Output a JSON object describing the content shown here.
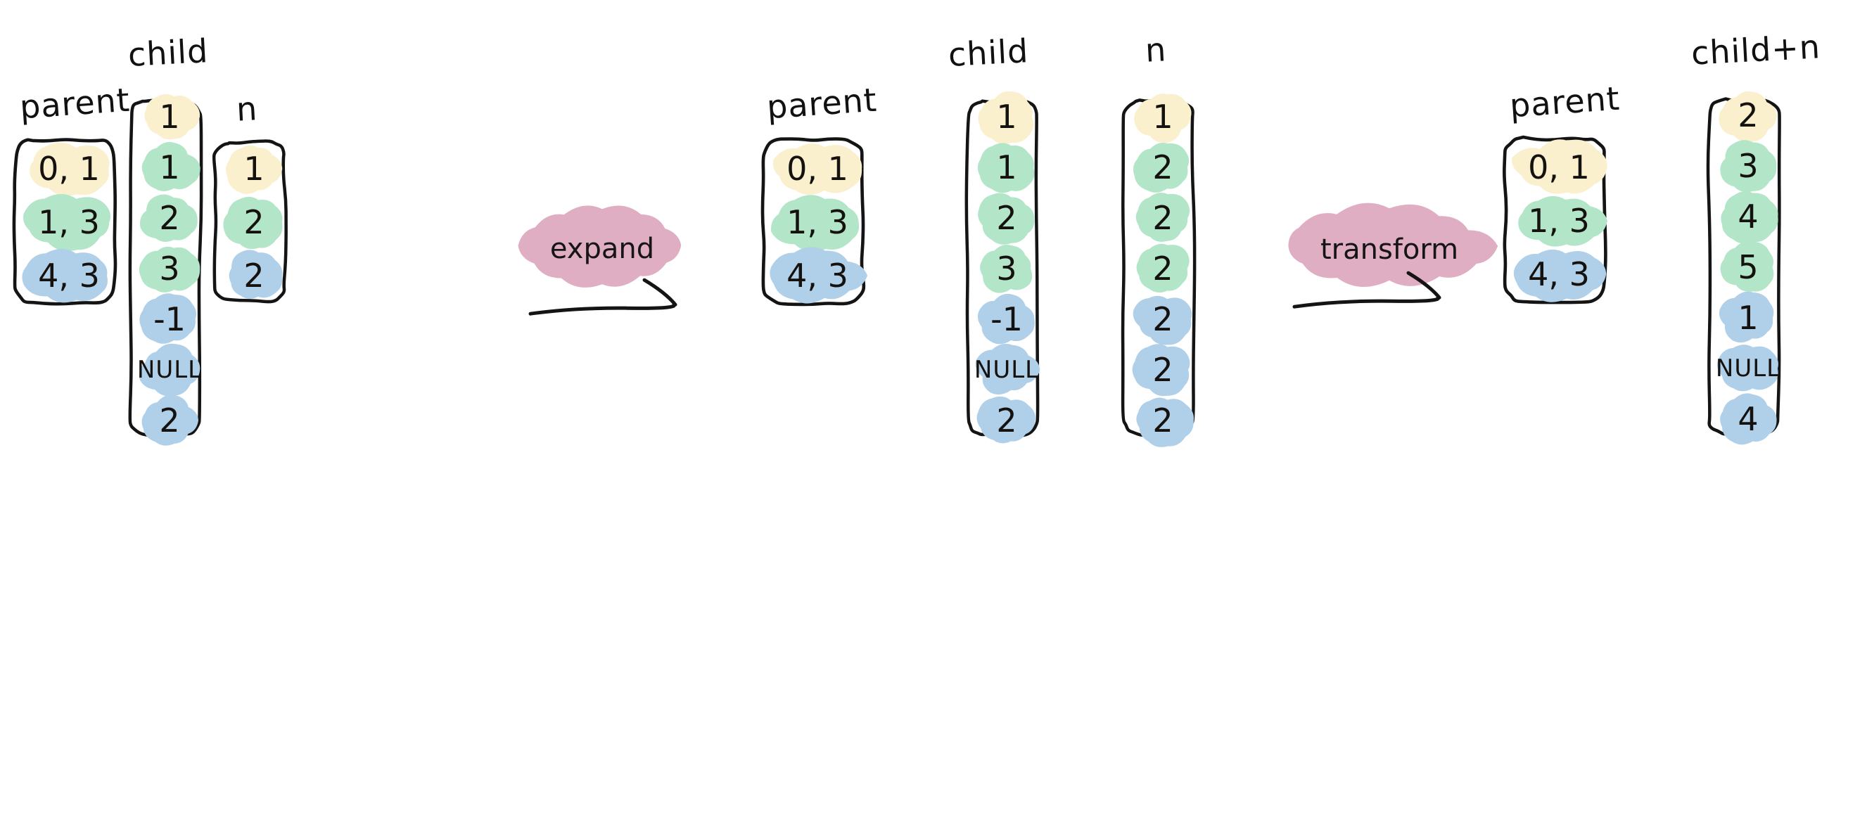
{
  "diagram": {
    "title_hidden": "",
    "colors": {
      "yellow": "#faf0cd",
      "green": "#b3e6c8",
      "blue": "#b0cfe9",
      "pink": "#e0aec2",
      "ink": "#141414",
      "background": "#ffffff"
    },
    "groups": [
      {
        "id": "before-expand",
        "columns": [
          {
            "id": "parent-1",
            "caption": "parent",
            "cells": [
              {
                "value": "0, 1",
                "color": "yellow"
              },
              {
                "value": "1, 3",
                "color": "green"
              },
              {
                "value": "4, 3",
                "color": "blue"
              }
            ]
          },
          {
            "id": "child-1",
            "caption": "child",
            "cells": [
              {
                "value": "1",
                "color": "yellow"
              },
              {
                "value": "1",
                "color": "green"
              },
              {
                "value": "2",
                "color": "green"
              },
              {
                "value": "3",
                "color": "green"
              },
              {
                "value": "-1",
                "color": "blue"
              },
              {
                "value": "NULL",
                "color": "blue"
              },
              {
                "value": "2",
                "color": "blue"
              }
            ]
          },
          {
            "id": "n-1",
            "caption": "n",
            "cells": [
              {
                "value": "1",
                "color": "yellow"
              },
              {
                "value": "2",
                "color": "green"
              },
              {
                "value": "2",
                "color": "blue"
              }
            ]
          }
        ]
      },
      {
        "id": "after-expand",
        "columns": [
          {
            "id": "parent-2",
            "caption": "parent",
            "cells": [
              {
                "value": "0, 1",
                "color": "yellow"
              },
              {
                "value": "1, 3",
                "color": "green"
              },
              {
                "value": "4, 3",
                "color": "blue"
              }
            ]
          },
          {
            "id": "child-2",
            "caption": "child",
            "cells": [
              {
                "value": "1",
                "color": "yellow"
              },
              {
                "value": "1",
                "color": "green"
              },
              {
                "value": "2",
                "color": "green"
              },
              {
                "value": "3",
                "color": "green"
              },
              {
                "value": "-1",
                "color": "blue"
              },
              {
                "value": "NULL",
                "color": "blue"
              },
              {
                "value": "2",
                "color": "blue"
              }
            ]
          },
          {
            "id": "n-2",
            "caption": "n",
            "cells": [
              {
                "value": "1",
                "color": "yellow"
              },
              {
                "value": "2",
                "color": "green"
              },
              {
                "value": "2",
                "color": "green"
              },
              {
                "value": "2",
                "color": "green"
              },
              {
                "value": "2",
                "color": "blue"
              },
              {
                "value": "2",
                "color": "blue"
              },
              {
                "value": "2",
                "color": "blue"
              }
            ]
          }
        ]
      },
      {
        "id": "after-transform",
        "columns": [
          {
            "id": "parent-3",
            "caption": "parent",
            "cells": [
              {
                "value": "0, 1",
                "color": "yellow"
              },
              {
                "value": "1, 3",
                "color": "green"
              },
              {
                "value": "4, 3",
                "color": "blue"
              }
            ]
          },
          {
            "id": "childn-3",
            "caption": "child+n",
            "cells": [
              {
                "value": "2",
                "color": "yellow"
              },
              {
                "value": "3",
                "color": "green"
              },
              {
                "value": "4",
                "color": "green"
              },
              {
                "value": "5",
                "color": "green"
              },
              {
                "value": "1",
                "color": "blue"
              },
              {
                "value": "NULL",
                "color": "blue"
              },
              {
                "value": "4",
                "color": "blue"
              }
            ]
          }
        ]
      }
    ],
    "operations": [
      {
        "id": "expand",
        "label": "expand"
      },
      {
        "id": "transform",
        "label": "transform"
      }
    ]
  }
}
